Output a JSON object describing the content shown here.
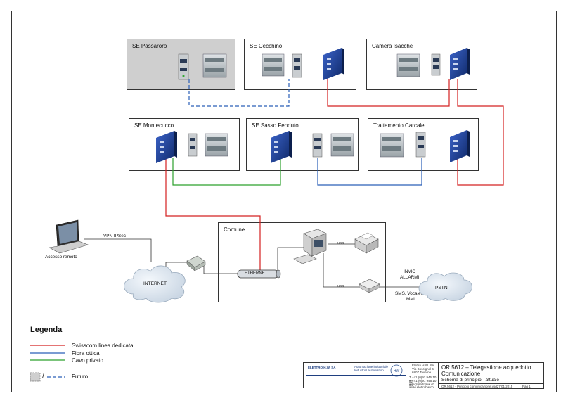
{
  "diagram": {
    "sites": {
      "passaroro": "SE Passaroro",
      "cecchino": "SE Cecchino",
      "camera_isacche": "Camera Isacche",
      "montecucco": "SE Montecucco",
      "sasso_fenduto": "SE Sasso Fenduto",
      "trattamento": "Trattamento Carcale",
      "comune": "Comune"
    },
    "labels": {
      "vpn": "VPN IPSec",
      "accesso_remoto": "Accesso remoto",
      "internet": "INTERNET",
      "ethernet": "ETHERNET",
      "usb_1": "USB",
      "usb_2": "USB",
      "invio_allarmi_1": "INVIO",
      "invio_allarmi_2": "ALLARMI",
      "sms_1": "SMS, Vocale,",
      "sms_2": "Mail",
      "pstn": "PSTN"
    }
  },
  "legend": {
    "title": "Legenda",
    "items": [
      {
        "label": "Swisscom linea dedicata",
        "color": "#d42020"
      },
      {
        "label": "Fibra ottica",
        "color": "#2a5fb8"
      },
      {
        "label": "Cavo privato",
        "color": "#2ca02c"
      }
    ],
    "future_slash": "/",
    "future_label": "Futuro"
  },
  "title_block": {
    "company": "ELETTRO H.W. SA",
    "tagline_1": "Automazione industriale",
    "tagline_2": "Industrial automation",
    "addr_1": "Elettro H.W. SA",
    "addr_2": "Via Boscignol 6",
    "addr_3": "6807 Taverne",
    "tel": "T +41 (0)91 946 10 32",
    "fax": "F +41 (0)91 946 10 34",
    "email": "info@elettrohw.ch",
    "web": "www.elettrohw.ch",
    "title_1": "OR.5612 – Telegestione acquedotto",
    "title_2": "Comunicazione",
    "title_3": "Schema di principio - attuale",
    "footer_ref": "OR.5612 - Principio comunicazione.vsd27.01.2015",
    "page": "Pag 1"
  },
  "colors": {
    "red": "#d42020",
    "blue": "#2a5fb8",
    "green": "#2ca02c",
    "dashed_blue": "#2a5fb8",
    "future_bg": "#cfcfcf"
  }
}
